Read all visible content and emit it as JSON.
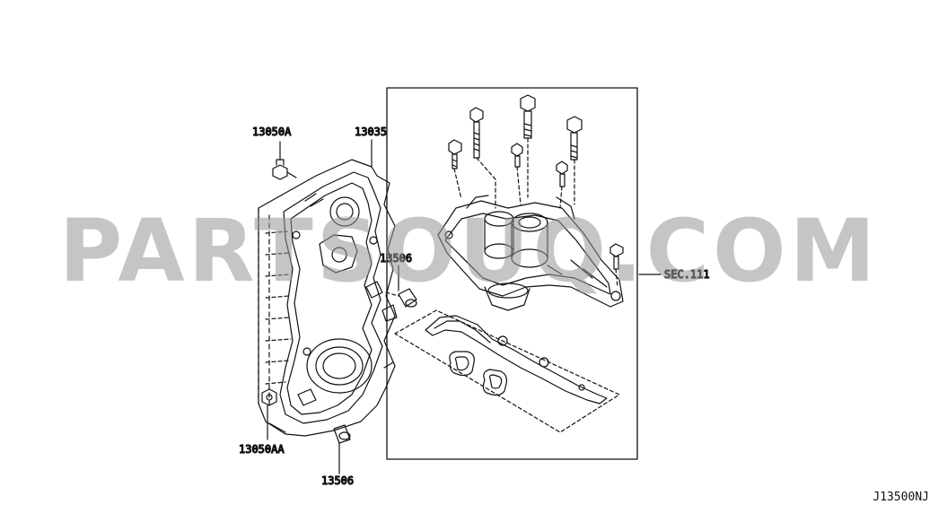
{
  "labels": {
    "bolt_top": "13050A",
    "cover": "13035",
    "dowel_upper": "13506",
    "bolt_bottom": "13050AA",
    "dowel_lower": "13506",
    "sec": "SEC.111"
  },
  "watermark": "PARTSOUQ.COM",
  "diagram_code": "J13500NJ",
  "colors": {
    "line": "#111111",
    "watermark": "#969696"
  }
}
